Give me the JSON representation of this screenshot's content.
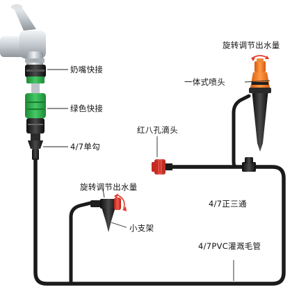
{
  "labels": {
    "nipple_quick_connector": "奶嘴快接",
    "green_quick_connector": "绿色快接",
    "single_hook_connector": "4/7单勾",
    "red_eight_hole_dripper": "红八孔滴头",
    "adjustable_nozzle_top": "旋转调节出水量",
    "integrated_nozzle": "一体式喷头",
    "adjustable_nozzle_left": "旋转调节出水量",
    "tee_connector": "4/7正三通",
    "small_stake": "小支架",
    "pvc_irrigation_tube": "4/7PVC灌溉毛管"
  },
  "colors": {
    "tube": "#1b1b1b",
    "connector_green": "#2fb24a",
    "connector_black": "#1e1e1e",
    "nozzle_orange": "#f2761c",
    "dripper_red": "#e0352b",
    "faucet_silver": "#c9ced3",
    "leader_line": "#222222",
    "spray_arrow": "#e23b2e"
  }
}
